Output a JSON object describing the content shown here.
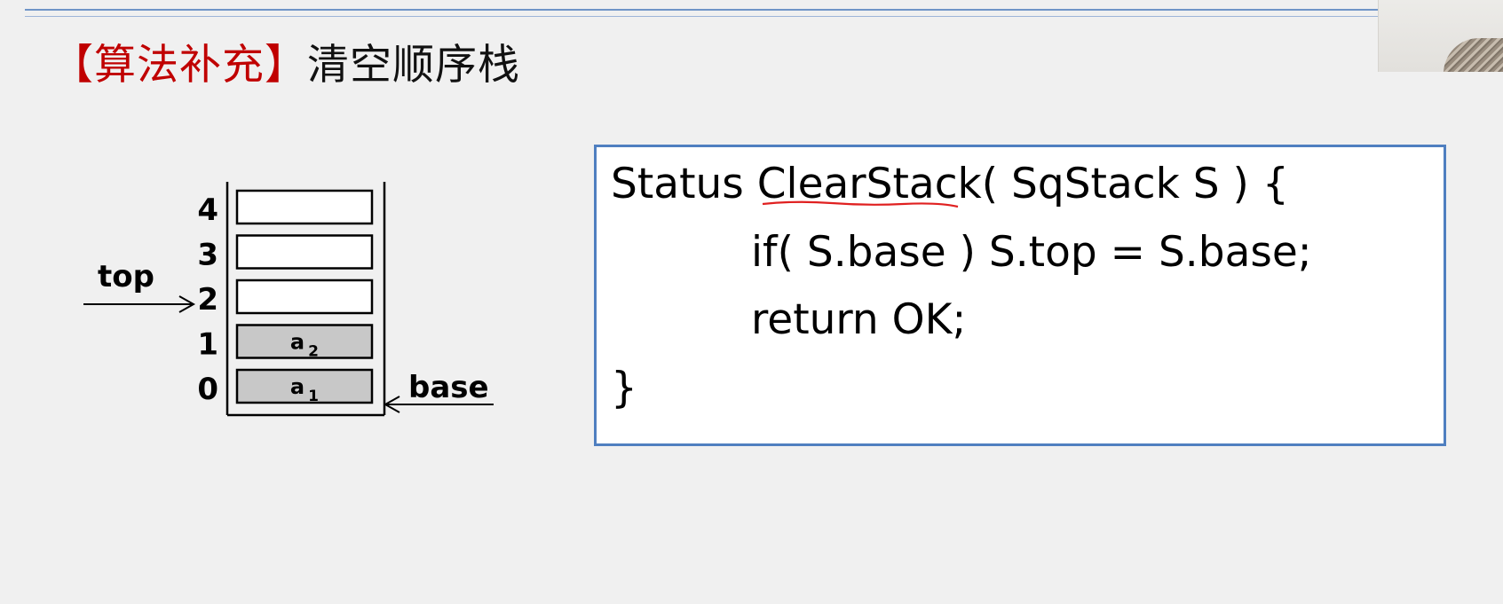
{
  "title": {
    "tag": "【算法补充】",
    "main": "清空顺序栈"
  },
  "stack_diagram": {
    "slots": [
      {
        "index": "4",
        "content": "",
        "filled": false
      },
      {
        "index": "3",
        "content": "",
        "filled": false
      },
      {
        "index": "2",
        "content": "",
        "filled": false
      },
      {
        "index": "1",
        "content": "a",
        "sub": "2",
        "filled": true
      },
      {
        "index": "0",
        "content": "a",
        "sub": "1",
        "filled": true
      }
    ],
    "top_label": "top",
    "base_label": "base",
    "top_points_to_index": 2,
    "base_points_to_index": 0
  },
  "code": {
    "line1_prefix": "Status ",
    "line1_func": "ClearStack",
    "line1_suffix": "( SqStack S ) {",
    "line2": "if( S.base ) S.top = S.base;",
    "line3": "return OK;",
    "line4": "}"
  },
  "colors": {
    "title_tag": "#c00000",
    "code_border": "#4f7fc0",
    "slot_filled": "#c8c8c8",
    "squiggle": "#e02020"
  }
}
